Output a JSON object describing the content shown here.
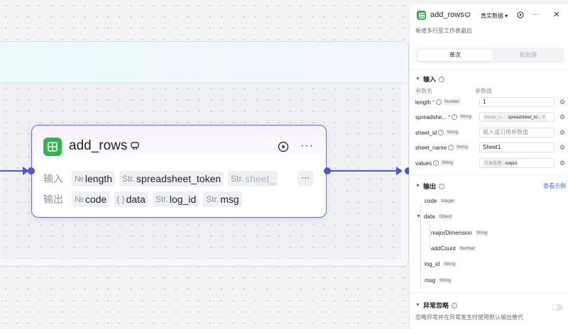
{
  "node": {
    "title": "add_rows",
    "input_label": "输入",
    "output_label": "输出",
    "inputs": [
      {
        "type": "№",
        "name": "length"
      },
      {
        "type": "Str.",
        "name": "spreadsheet_token"
      },
      {
        "type": "Str.",
        "name": "sheet_"
      }
    ],
    "outputs": [
      {
        "type": "№",
        "name": "code"
      },
      {
        "type": "{ }",
        "name": "data"
      },
      {
        "type": "Str.",
        "name": "log_id"
      },
      {
        "type": "Str.",
        "name": "msg"
      }
    ],
    "more_chip": "···",
    "more_menu": "···"
  },
  "panel": {
    "title": "add_rows",
    "mode": "真实数据 ▾",
    "more": "···",
    "close": "✕",
    "description": "新增多行至工作表最后",
    "tabs": {
      "single": "单次",
      "batch": "批处理"
    },
    "input_section": "输入",
    "col_name": "参数名",
    "col_value": "参数值",
    "params": [
      {
        "name": "length",
        "required": "*",
        "type": "Number",
        "value": "1"
      },
      {
        "name": "spreadshe...",
        "required": "*",
        "type": "String",
        "ref_node": "create_s...",
        "ref_field": "spreadsheet_to..."
      },
      {
        "name": "sheet_id",
        "required": "",
        "type": "String",
        "placeholder": "输入或引用参数值"
      },
      {
        "name": "sheet_name",
        "required": "",
        "type": "String",
        "value": "Sheet1"
      },
      {
        "name": "values",
        "required": "",
        "type": "String",
        "ref_node": "文本处理",
        "ref_field": "output"
      }
    ],
    "output_section": "输出",
    "view_example": "查看示例",
    "outputs": [
      {
        "name": "code",
        "type": "Integer"
      },
      {
        "name": "data",
        "type": "Object"
      },
      {
        "name": "majorDimension",
        "type": "String"
      },
      {
        "name": "addCount",
        "type": "Number"
      },
      {
        "name": "log_id",
        "type": "String"
      },
      {
        "name": "msg",
        "type": "String"
      }
    ],
    "exception_section": "异常忽略",
    "exception_desc": "忽略异常并在异常发生时使用默认输出替代"
  },
  "colors": {
    "accent": "#4e55d8",
    "node_border": "#6e6bf0",
    "sheet_green": "#33b352",
    "link": "#3370ff"
  }
}
